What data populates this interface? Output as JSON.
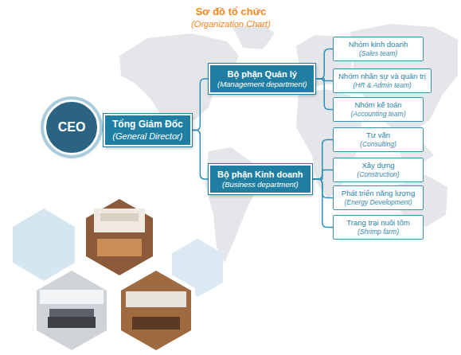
{
  "diagram": {
    "title": "Sơ đồ tổ chức",
    "nodes": [
      {
        "text": [
          "CEO"
        ]
      },
      {
        "text": [
          "Tổng Giám Đốc",
          "(General Director)"
        ]
      },
      {
        "text": [
          "Bộ phận Quản lý",
          "(Management department)"
        ]
      },
      {
        "text": [
          "Nhóm kinh doanh",
          "(Sales team)"
        ]
      },
      {
        "text": [
          "Nhóm nhân sự và quản trị",
          "(HR & Admin team)"
        ]
      },
      {
        "text": [
          "Nhóm kế toán",
          "(Accounting team)"
        ]
      },
      {
        "text": [
          "Bộ phận Kinh doanh",
          "(Business department)"
        ]
      },
      {
        "text": [
          "Tư vấn",
          "(Consulting)"
        ]
      },
      {
        "text": [
          "Xây dựng",
          "(Construction)"
        ]
      },
      {
        "text": [
          "Phát triển năng lượng",
          "(Energy Development)"
        ]
      },
      {
        "text": [
          "Trang trại nuôi tôm",
          "(Shrimp farm)"
        ]
      }
    ],
    "edges": [
      {
        "from": 0,
        "to": 1,
        "arrow": "none"
      },
      {
        "from": 1,
        "to": 2,
        "arrow": "none"
      },
      {
        "from": 1,
        "to": 6,
        "arrow": "none"
      },
      {
        "from": 2,
        "to": 3,
        "arrow": "none"
      },
      {
        "from": 2,
        "to": 4,
        "arrow": "none"
      },
      {
        "from": 2,
        "to": 5,
        "arrow": "none"
      },
      {
        "from": 6,
        "to": 7,
        "arrow": "none"
      },
      {
        "from": 6,
        "to": 8,
        "arrow": "none"
      },
      {
        "from": 6,
        "to": 9,
        "arrow": "none"
      },
      {
        "from": 6,
        "to": 10,
        "arrow": "none"
      }
    ],
    "labels": [
      "(Organization Chart)"
    ]
  }
}
